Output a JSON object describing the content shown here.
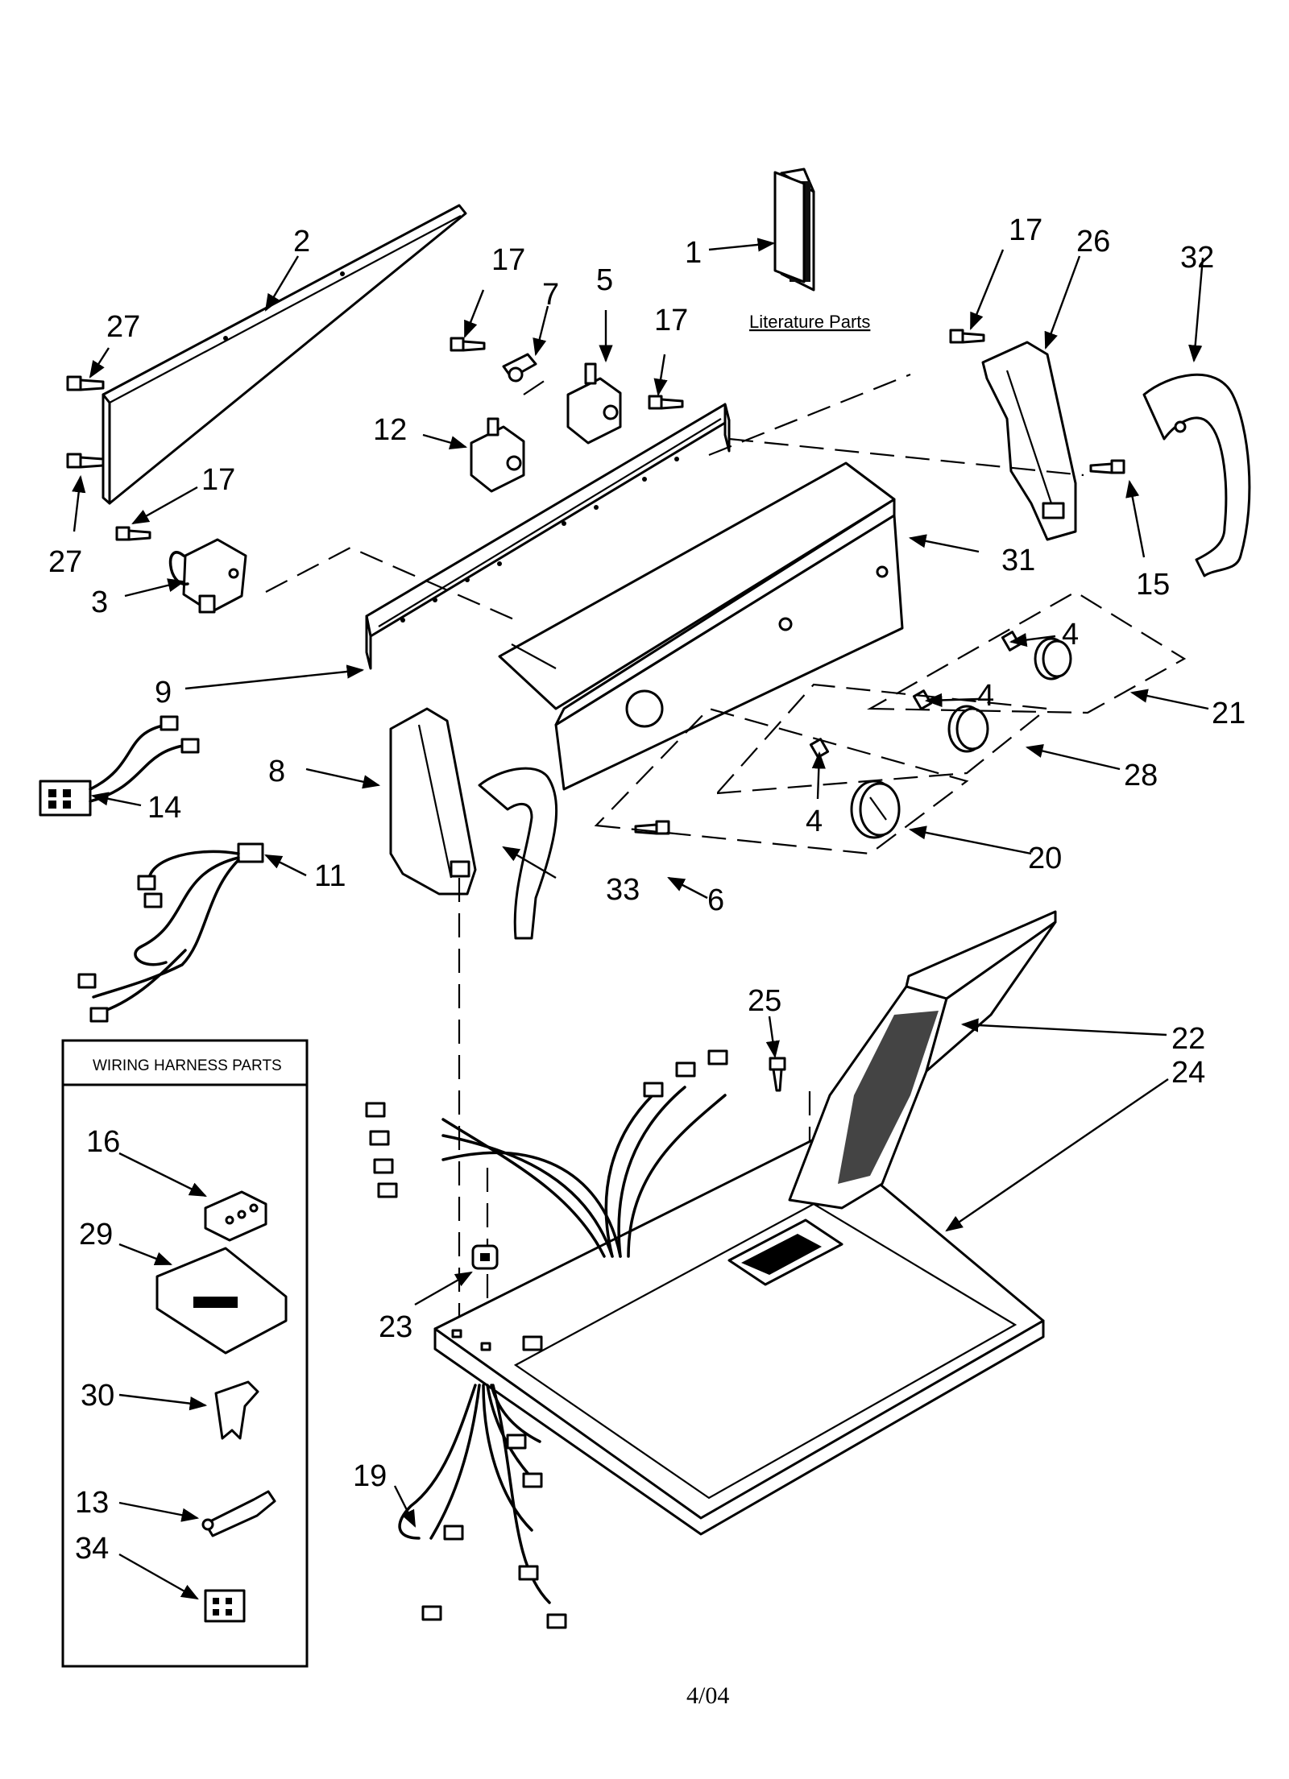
{
  "diagram": {
    "literature_label": "Literature Parts",
    "harness_box_title": "WIRING HARNESS PARTS",
    "footer": "4/04",
    "callouts": {
      "n1": "1",
      "n2": "2",
      "n3": "3",
      "n4a": "4",
      "n4b": "4",
      "n4c": "4",
      "n5": "5",
      "n6": "6",
      "n7": "7",
      "n8": "8",
      "n9": "9",
      "n11": "11",
      "n12": "12",
      "n13": "13",
      "n14": "14",
      "n15": "15",
      "n16": "16",
      "n17a": "17",
      "n17b": "17",
      "n17c": "17",
      "n17d": "17",
      "n19": "19",
      "n20": "20",
      "n21": "21",
      "n22": "22",
      "n23": "23",
      "n24": "24",
      "n25": "25",
      "n26": "26",
      "n27a": "27",
      "n27b": "27",
      "n28": "28",
      "n29": "29",
      "n30": "30",
      "n31": "31",
      "n32": "32",
      "n33": "33",
      "n34": "34"
    }
  }
}
